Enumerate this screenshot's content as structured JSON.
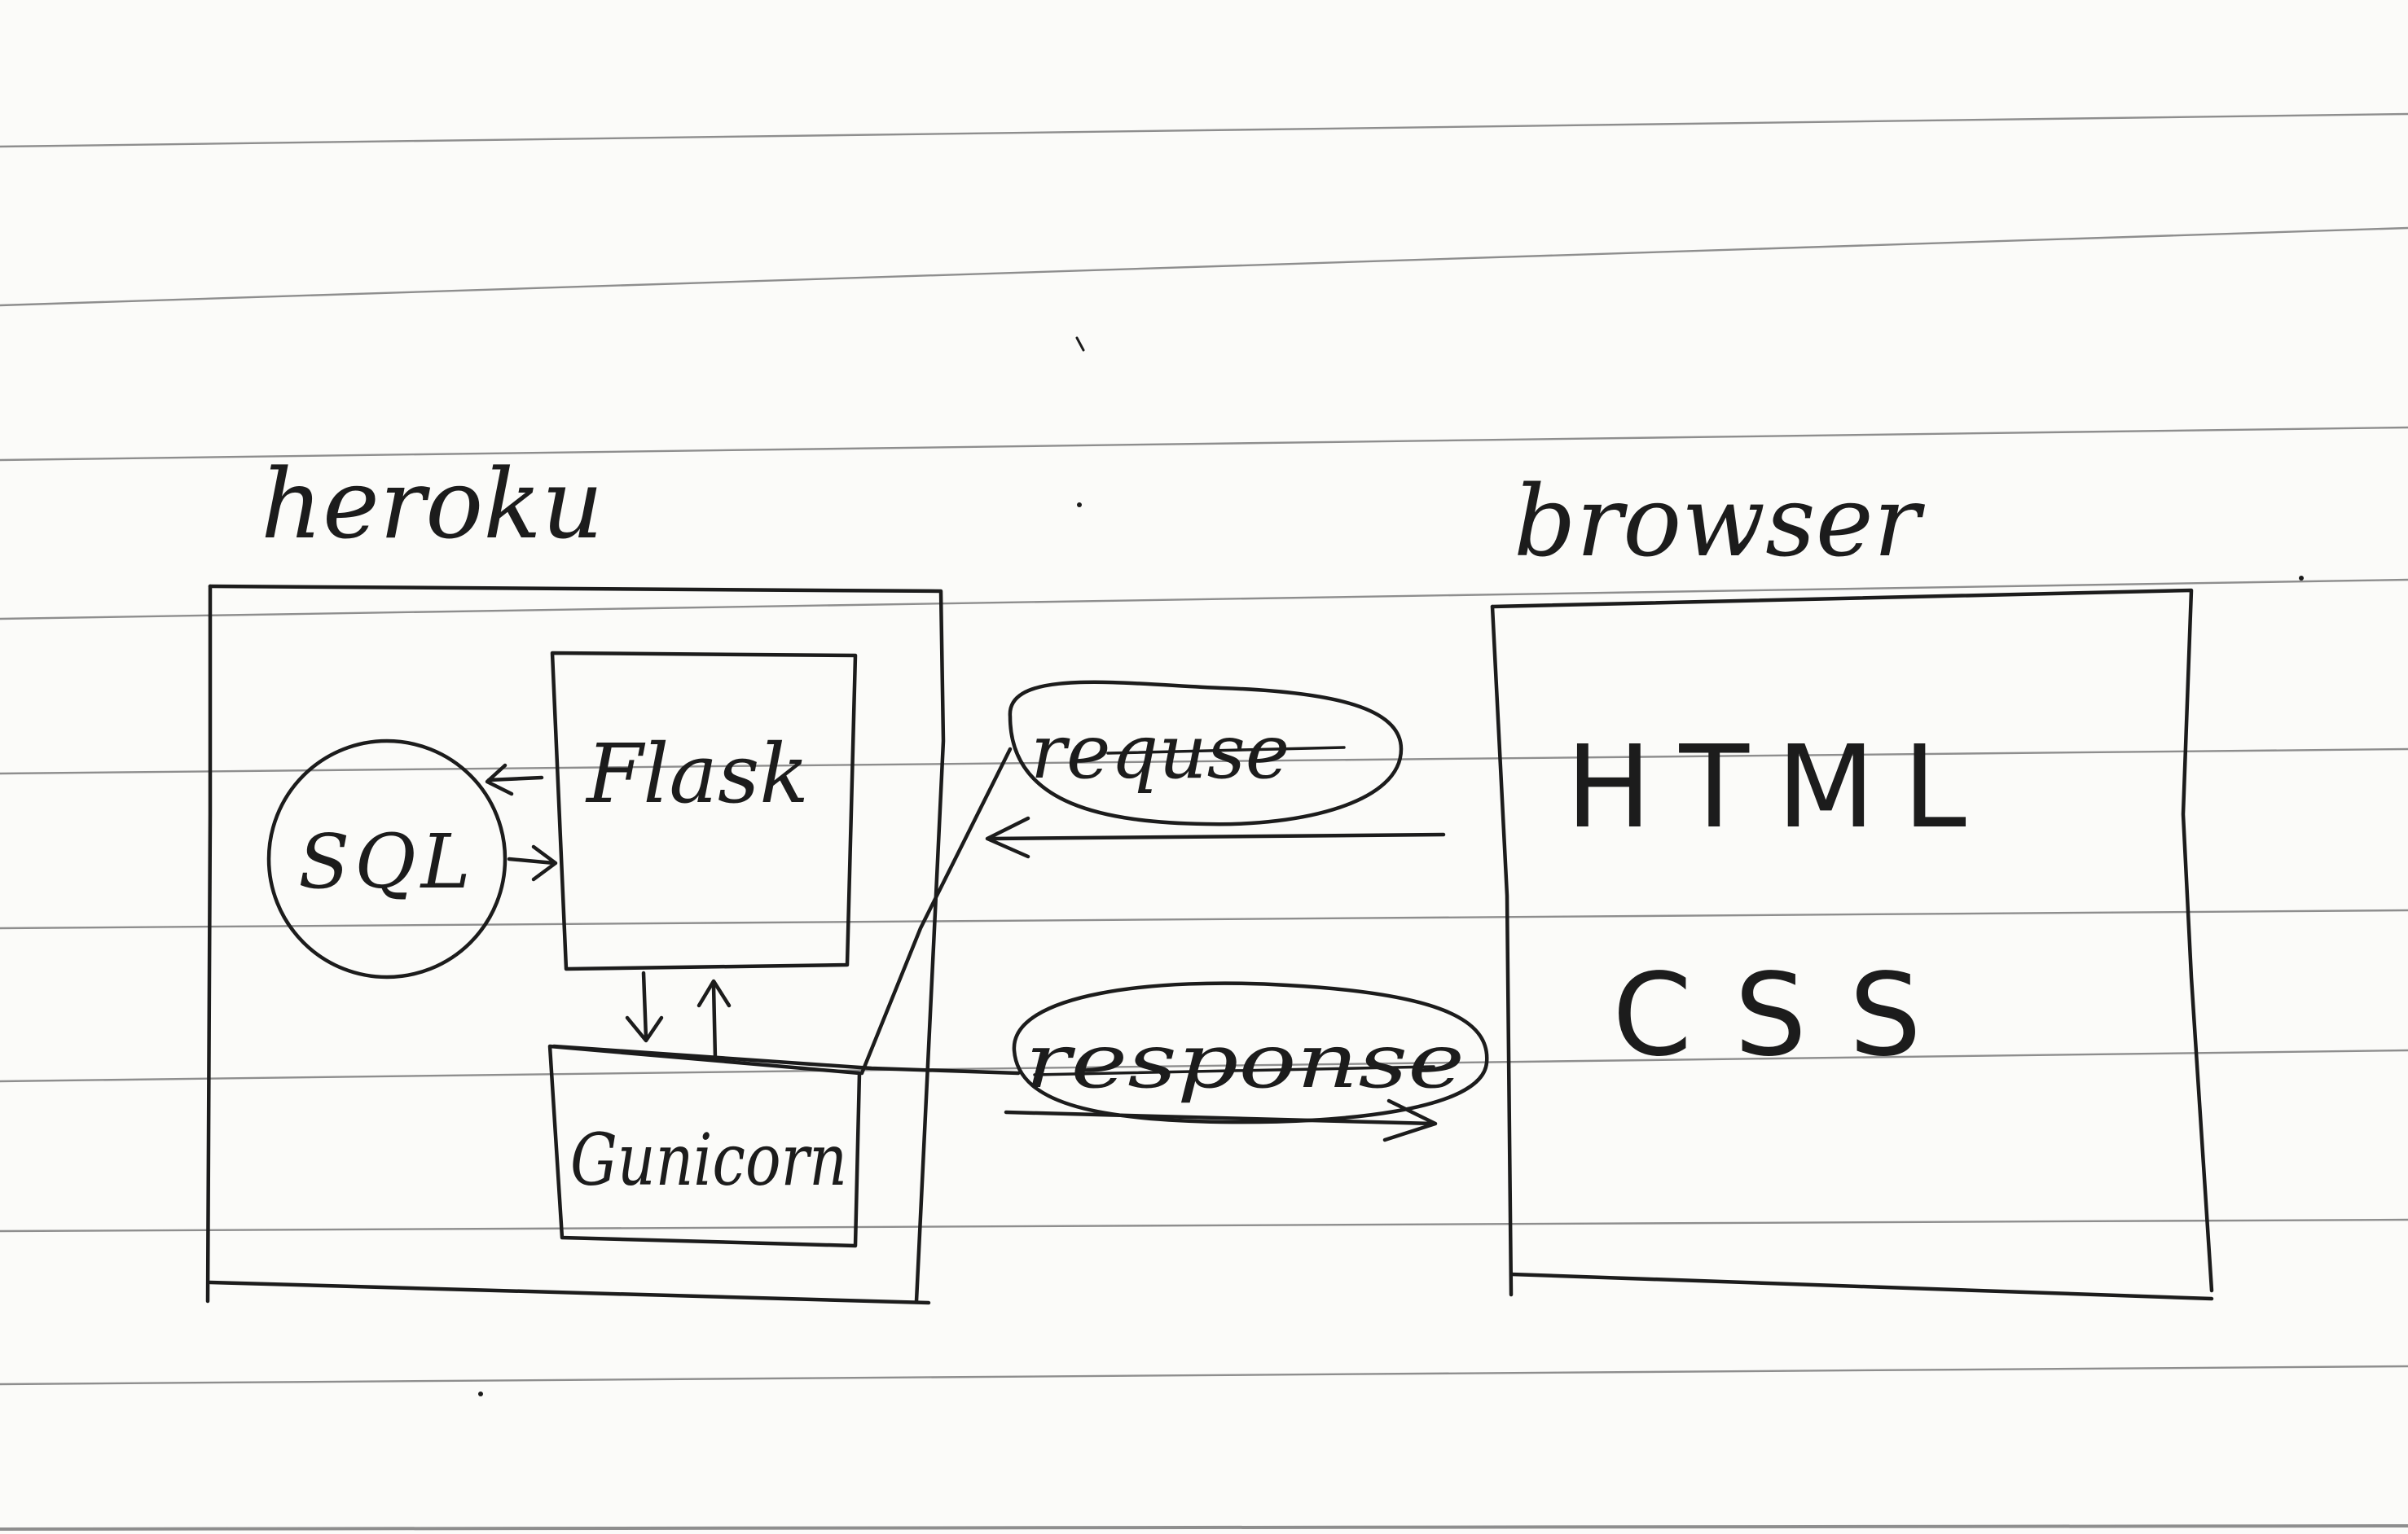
{
  "labels": {
    "server_title": "heroku",
    "client_title": "browser",
    "database": "SQL",
    "framework": "Flask",
    "app_server": "Gunicorn",
    "request": "requse",
    "response": "response",
    "client_tech_1": "HTML",
    "client_tech_2": "CSS"
  },
  "colors": {
    "ink": "#1c1c1c",
    "paper": "#fbfbf9",
    "ruled_line": "#8e8e8e"
  }
}
